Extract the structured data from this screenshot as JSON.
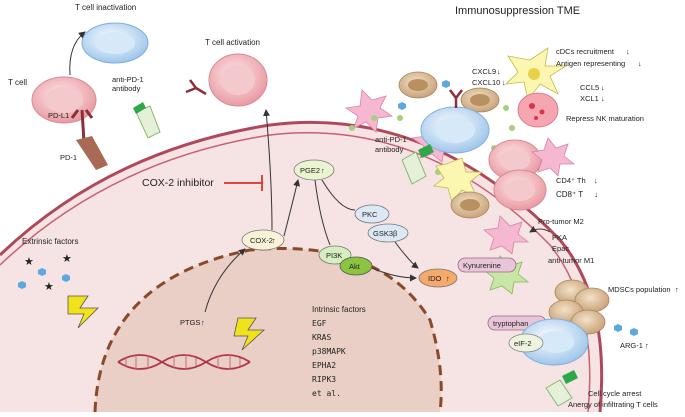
{
  "title": "Immunosuppression TME",
  "labels": {
    "t_cell_inactivation": "T cell inactivation",
    "t_cell": "T cell",
    "pd_l1": "PD-L1",
    "pd_1": "PD-1",
    "anti_pd1_line1": "anti-PD-1",
    "anti_pd1_line2": "antibody",
    "t_cell_activation": "T cell activation",
    "cox2_inhibitor": "COX-2 inhibitor",
    "extrinsic_factors": "Extrinsic factors",
    "ptgs": "PTGS",
    "cox2": "COX-2",
    "pge2": "PGE2",
    "pkc": "PKC",
    "gsk3b": "GSK3β",
    "pi3k": "PI3K",
    "akt": "Akt",
    "ido": "IDO",
    "intrinsic_title": "Intrinsic factors",
    "cdcs_recruitment": "cDCs recruitment",
    "antigen_representing": "Antigen representing",
    "cxcl9": "CXCL9",
    "cxcl10": "CXCL10",
    "ccl5": "CCL5",
    "xcl1": "XCL1",
    "repress_nk": "Repress NK maturation",
    "anti_pd1_right_line1": "anti-PD-1",
    "anti_pd1_right_line2": "antibody",
    "cd4_th": "CD4⁺ Th",
    "cd8_t": "CD8⁺ T",
    "pro_tumor_m2": "Pro-tumor M2",
    "pka": "PKA",
    "epac": "Epac",
    "anti_tumor_m1": "anti-tumor M1",
    "kynurenine": "Kynurenine",
    "mdscs_population": "MDSCs population",
    "tryptophan": "tryptophan",
    "elf2": "eIF-2",
    "arg1": "ARG-1",
    "cell_cycle_arrest": "Cell cycle arrest",
    "anergy": "Anergy of infiltrating T cells"
  },
  "intrinsic_factors": [
    "EGF",
    "KRAS",
    "p38MAPK",
    "EPHA2",
    "RIPK3",
    "et al."
  ],
  "colors": {
    "membrane": "#b0485b",
    "cytoplasm": "#f6e3e3",
    "nucleus": "#e9cfc6",
    "nucleus_border": "#8a4a2a",
    "tcell_pink": "#f1b9bd",
    "tcell_blue": "#b9d7f2",
    "inhibitor_red": "#e03030",
    "pge2_fill": "#eaf4cf",
    "pi3k_fill": "#d7eec0",
    "akt_fill": "#8bc53f",
    "ido_fill": "#f5a96b",
    "pkc_fill": "#dce8f3",
    "kyn_fill": "#e8c6d8"
  },
  "icons": [
    "lightning-icon",
    "star-icon",
    "hexagon-icon",
    "dna-icon",
    "antibody-icon",
    "dendritic-cell-icon",
    "macrophage-icon",
    "nk-cell-icon"
  ]
}
